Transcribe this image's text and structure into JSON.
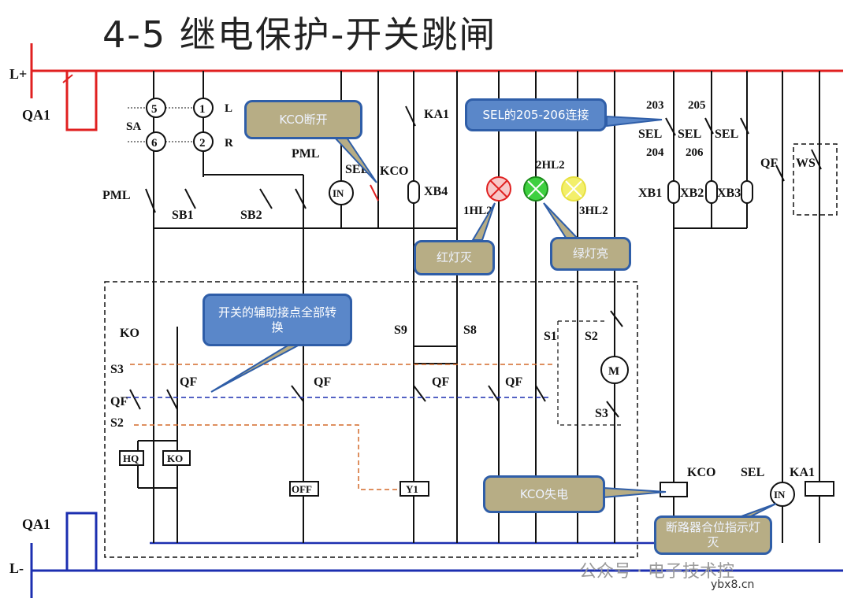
{
  "title": "4-5   继电保护-开关跳闸",
  "bus": {
    "positive": "L+",
    "negative": "L-",
    "breaker": "QA1"
  },
  "callouts": {
    "kco_open": "KCO断开",
    "sel_205_206": "SEL的205-206连接",
    "red_light": "红灯灭",
    "green_light": "绿灯亮",
    "aux_contacts": "开关的辅助接点全部转换",
    "kco_deenergized": "KCO失电",
    "close_indicator": "断路器合位指示灯灭"
  },
  "labels": {
    "sa": "SA",
    "pml": "PML",
    "sb1": "SB1",
    "sb2": "SB2",
    "in": "IN",
    "sel": "SEL",
    "kco": "KCO",
    "ka1": "KA1",
    "xb4": "XB4",
    "hl1": "1HL2",
    "hl2": "2HL2",
    "hl3": "3HL2",
    "t203": "203",
    "t205": "205",
    "t204": "204",
    "t206": "206",
    "xb1": "XB1",
    "xb2": "XB2",
    "xb3": "XB3",
    "qf": "QF",
    "ws": "WS",
    "ko": "KO",
    "s3": "S3",
    "s2": "S2",
    "s9": "S9",
    "s8": "S8",
    "s1": "S1",
    "m": "M",
    "hq": "HQ",
    "off": "OFF",
    "y1": "Y1",
    "l": "L",
    "r": "R",
    "n5": "5",
    "n1": "1",
    "n6": "6",
    "n2": "2"
  },
  "watermark": "公众号 · 电子技术控",
  "site": "ybx8.cn",
  "colors": {
    "pos_bus": "#e02020",
    "neg_bus": "#1c2fb0",
    "callout_border": "#2f5ea8"
  }
}
